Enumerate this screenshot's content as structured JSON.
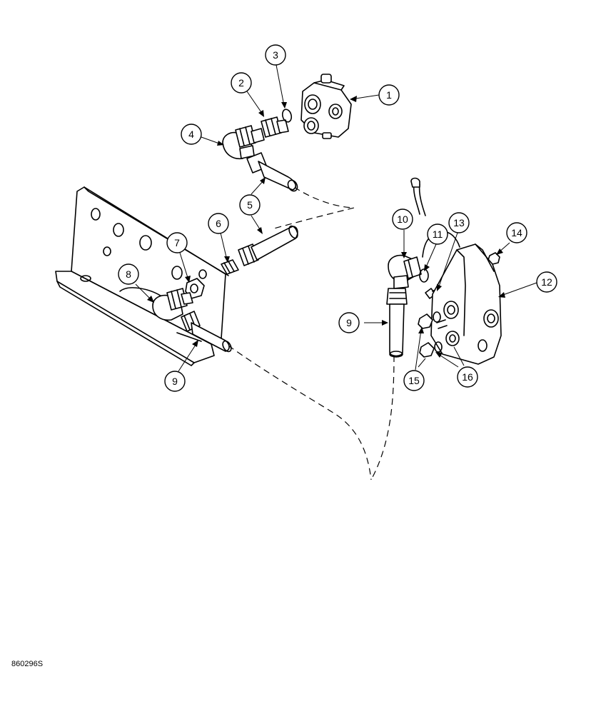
{
  "figure_id": "860296S",
  "callouts": [
    {
      "id": "c1",
      "label": "1"
    },
    {
      "id": "c2",
      "label": "2"
    },
    {
      "id": "c3",
      "label": "3"
    },
    {
      "id": "c4",
      "label": "4"
    },
    {
      "id": "c5",
      "label": "5"
    },
    {
      "id": "c6",
      "label": "6"
    },
    {
      "id": "c7",
      "label": "7"
    },
    {
      "id": "c8",
      "label": "8"
    },
    {
      "id": "c9a",
      "label": "9"
    },
    {
      "id": "c9b",
      "label": "9"
    },
    {
      "id": "c10",
      "label": "10"
    },
    {
      "id": "c11",
      "label": "11"
    },
    {
      "id": "c12",
      "label": "12"
    },
    {
      "id": "c13",
      "label": "13"
    },
    {
      "id": "c14",
      "label": "14"
    },
    {
      "id": "c15",
      "label": "15"
    },
    {
      "id": "c16",
      "label": "16"
    }
  ]
}
